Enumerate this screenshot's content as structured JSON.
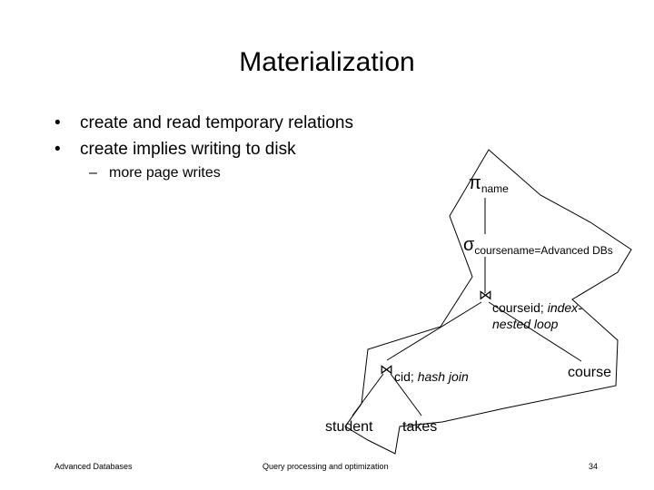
{
  "slide": {
    "title": "Materialization",
    "bullets": [
      "create and read temporary relations",
      "create implies writing to disk"
    ],
    "bullet_marker": "•",
    "sub_bullet": "more page writes",
    "sub_marker": "–"
  },
  "tree": {
    "projection": {
      "symbol": "π",
      "subscript": "name"
    },
    "selection": {
      "symbol": "σ",
      "subscript": "coursename=Advanced DBs"
    },
    "join_top": {
      "symbol": "⋈",
      "attr": "courseid; ",
      "method_line1": "index-",
      "method_line2": "nested loop"
    },
    "join_bottom": {
      "symbol": "⋈",
      "attr": "cid; ",
      "method": "hash join"
    },
    "leaves": {
      "student": "student",
      "takes": "takes",
      "course": "course"
    }
  },
  "footer": {
    "left": "Advanced Databases",
    "center": "Query processing and optimization",
    "page": "34"
  }
}
